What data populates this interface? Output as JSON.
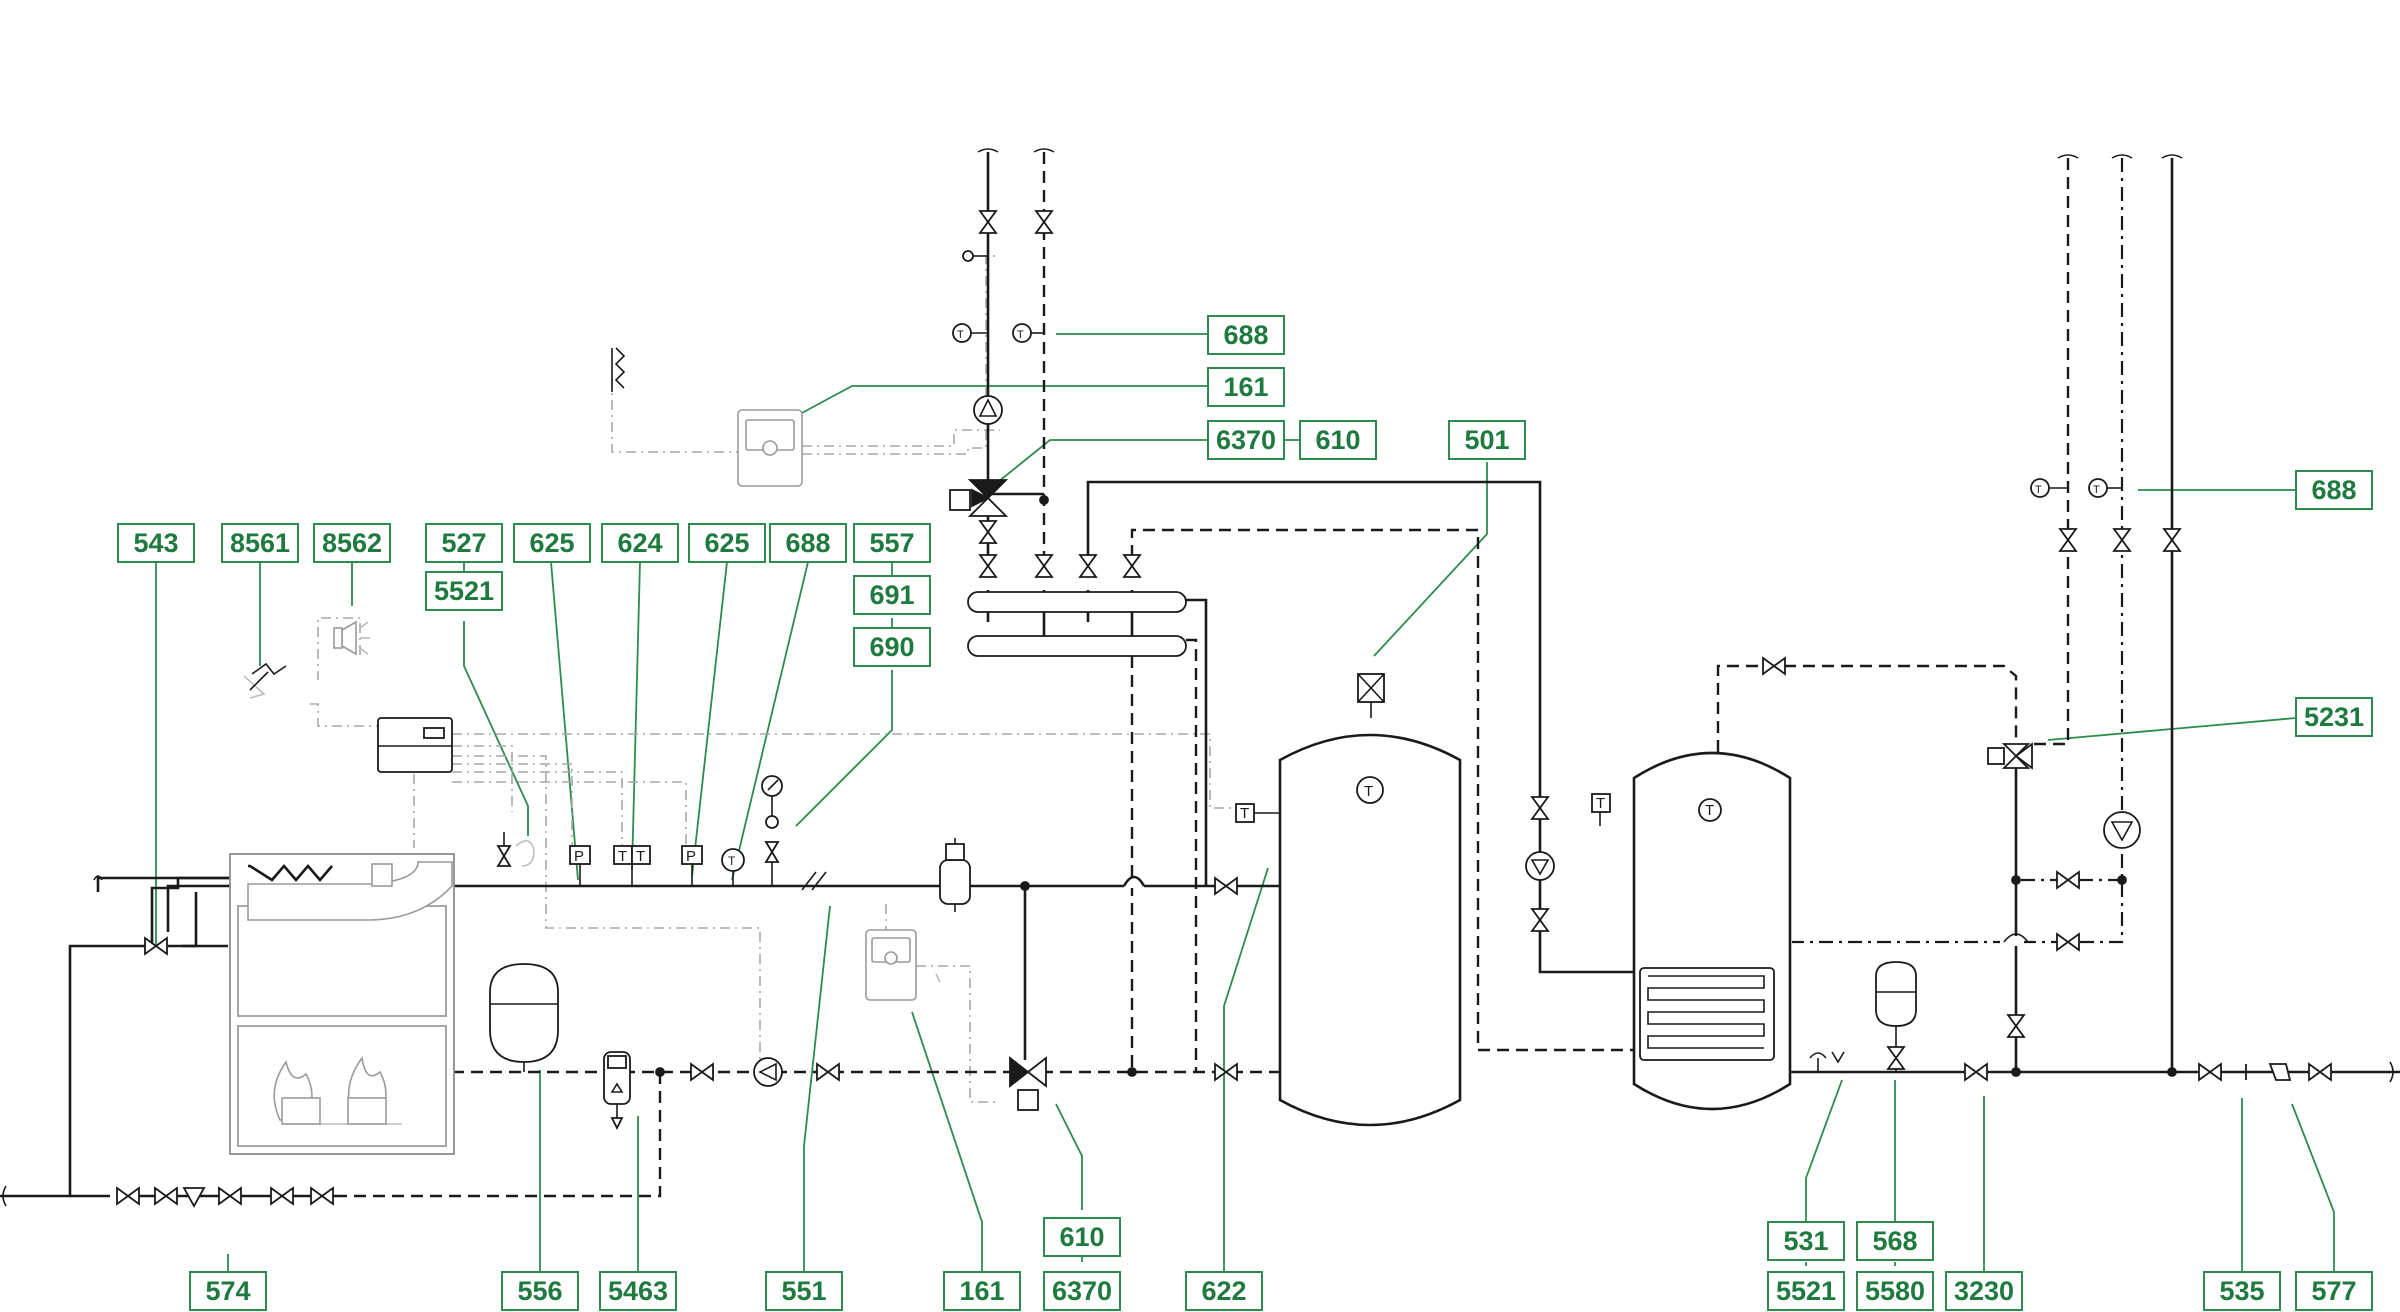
{
  "labels": {
    "l543": "543",
    "l8561": "8561",
    "l8562": "8562",
    "l527": "527",
    "l5521a": "5521",
    "l625a": "625",
    "l624": "624",
    "l625b": "625",
    "l688a": "688",
    "l557": "557",
    "l691": "691",
    "l690": "690",
    "l688b": "688",
    "l161a": "161",
    "l6370a": "6370",
    "l610a": "610",
    "l501": "501",
    "l688c": "688",
    "l5231": "5231",
    "l574": "574",
    "l556": "556",
    "l5463": "5463",
    "l551": "551",
    "l161b": "161",
    "l610b": "610",
    "l6370b": "6370",
    "l622": "622",
    "l531": "531",
    "l5521b": "5521",
    "l568": "568",
    "l5580": "5580",
    "l3230": "3230",
    "l535": "535",
    "l577": "577"
  },
  "symbols": {
    "thermometer": "T",
    "pressure": "P"
  },
  "colors": {
    "label_border": "#2e8b4f",
    "label_text": "#1f7a3f",
    "pipe": "#1a1a1a",
    "control_wire": "#a8a8a8"
  }
}
